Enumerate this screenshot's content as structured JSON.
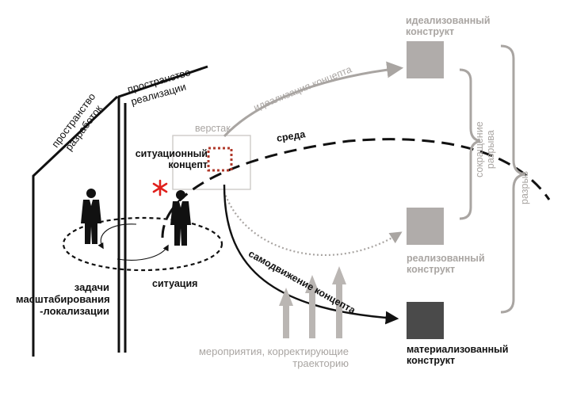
{
  "labels": {
    "design_space": [
      "пространство",
      "разработок"
    ],
    "implementation_space": [
      "пространство",
      "реализации"
    ],
    "workbench": "верстак",
    "situational_concept": [
      "ситуационный",
      "концепт"
    ],
    "environment": "среда",
    "concept_idealization": "идеализация концепта",
    "idealized_construct": [
      "идеализованный",
      "конструкт"
    ],
    "realized_construct": [
      "реализованный",
      "конструкт"
    ],
    "materialized_construct": [
      "материализованный",
      "конструкт"
    ],
    "gap_reduction": [
      "сокращение",
      "разрыва"
    ],
    "gap": "разрыв",
    "self_motion": "самодвижение концепта",
    "situation": "ситуация",
    "scaling_tasks": [
      "задачи",
      "масштабирования",
      "-локализации"
    ],
    "corrective_measures": [
      "мероприятия, корректирующие",
      "траекторию"
    ]
  },
  "colors": {
    "dark": "#111111",
    "gray": "#a9a5a2",
    "light_square": "#b0acaa",
    "dark_square": "#4a4a4a",
    "red": "#e0201c",
    "dotted_red": "#b0392b"
  },
  "icons": [
    "person-icon",
    "person-icon",
    "asterisk-icon"
  ]
}
